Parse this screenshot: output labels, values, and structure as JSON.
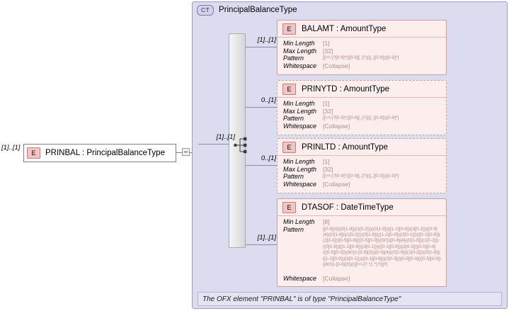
{
  "root_element": {
    "badge": "E",
    "name": "PRINBAL : PrincipalBalanceType",
    "occurs": "[1]..[1]",
    "toggle_icon": "collapse-minus-icon"
  },
  "complex_type": {
    "badge": "CT",
    "title": "PrincipalBalanceType",
    "compositor": "sequence",
    "connector_occurs": "[1]..[1]"
  },
  "children": [
    {
      "badge": "E",
      "title": "BALAMT : AmountType",
      "occurs": "[1]..[1]",
      "border": "solid",
      "facets": [
        {
          "name": "Min Length",
          "value": "[1]"
        },
        {
          "name": "Max Length",
          "value": "[32]"
        },
        {
          "name": "Pattern",
          "value": "[[\\+\\-]?[0-9]*(([0-9][,.]?)|([,.][0-9]))[0-9]*]"
        },
        {
          "name": "Whitespace",
          "value": "[Collapse]"
        }
      ]
    },
    {
      "badge": "E",
      "title": "PRINYTD : AmountType",
      "occurs": "0..[1]",
      "border": "dashed",
      "facets": [
        {
          "name": "Min Length",
          "value": "[1]"
        },
        {
          "name": "Max Length",
          "value": "[32]"
        },
        {
          "name": "Pattern",
          "value": "[[\\+\\-]?[0-9]*(([0-9][,.]?)|([,.][0-9]))[0-9]*]"
        },
        {
          "name": "Whitespace",
          "value": "[Collapse]"
        }
      ]
    },
    {
      "badge": "E",
      "title": "PRINLTD : AmountType",
      "occurs": "0..[1]",
      "border": "dashed",
      "facets": [
        {
          "name": "Min Length",
          "value": "[1]"
        },
        {
          "name": "Max Length",
          "value": "[32]"
        },
        {
          "name": "Pattern",
          "value": "[[\\+\\-]?[0-9]*(([0-9][,.]?)|([,.][0-9]))[0-9]*]"
        },
        {
          "name": "Whitespace",
          "value": "[Collapse]"
        }
      ]
    },
    {
      "badge": "E",
      "title": "DTASOF : DateTimeType",
      "occurs": "[1]..[1]",
      "border": "solid",
      "facets": [
        {
          "name": "Min Length",
          "value": "[8]"
        },
        {
          "name": "Pattern",
          "value": "[[0-9]{4}((0[1-9])|(1[0-2]))((0[1-9])|([1-2][0-9])|(3[0-1]))([0-9]{4}((0[1-9])|(1[0-2]))((0[1-9])|([1-2][0-9])|(3[0-1]))(([0-1][0-9])|(2[0-3]))[0-5][0-9](([0-5][0-9])|(60))|[0-9]{4}((0[1-9])|(1[0-2]))((0[1-9])|([1-2][0-9])|(3[0-1]))(([0-1][0-9])|(2[0-3]))[0-5][0-9](([0-5][0-9])|(60))\\.[0-9]{3})|[0-9]{4}((0[1-9])|(1[0-2]))((0[1-9])|([1-2][0-9])|(3[0-1]))(([0-1][0-9])|(2[0-3]))[0-5][0-9](([0-5][0-9])|(60))\\.[0-9]{3})(\\[[\\+\\-]?.*(:.*)?\\]]?]"
        },
        {
          "name": "Whitespace",
          "value": "[Collapse]"
        }
      ]
    }
  ],
  "annotation": {
    "text": "The OFX element \"PRINBAL\" is of type \"PrincipalBalanceType\""
  }
}
